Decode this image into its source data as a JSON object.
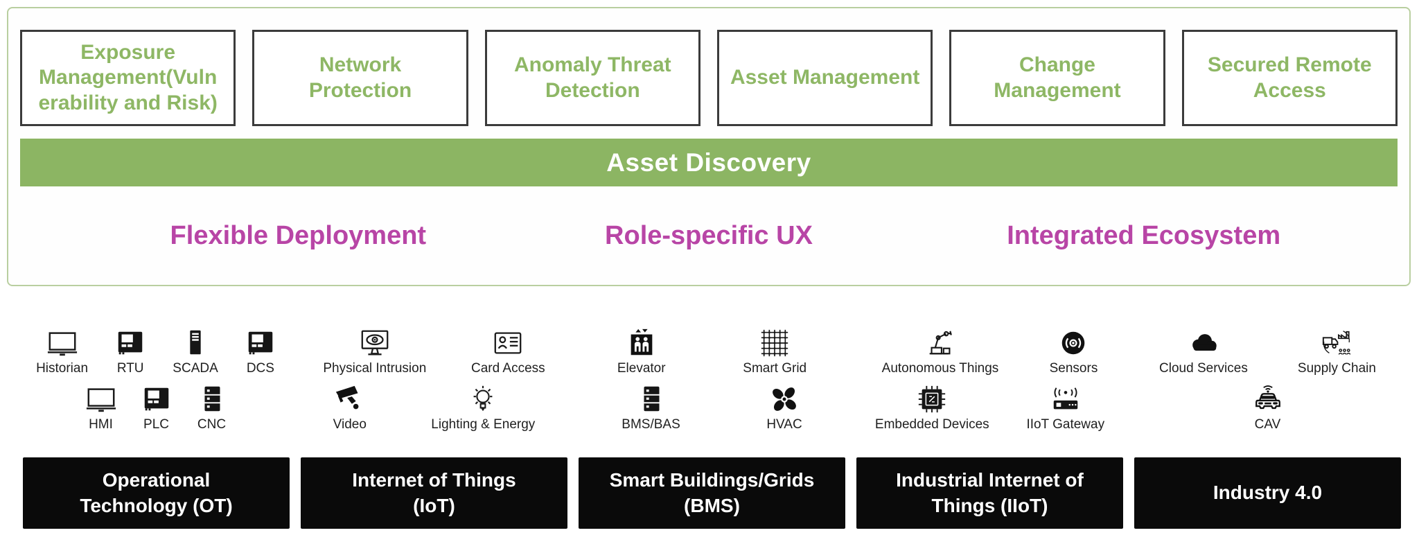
{
  "colors": {
    "green_text": "#8eb765",
    "green_bar": "#8cb563",
    "panel_border": "#b9cfa0",
    "magenta": "#b845a6",
    "box_border": "#3b3b3b",
    "sector_bar_bg": "#0a0a0a"
  },
  "capabilities": [
    {
      "label": "Exposure Management(Vuln\nerability and Risk)"
    },
    {
      "label": "Network\nProtection"
    },
    {
      "label": "Anomaly Threat\nDetection"
    },
    {
      "label": "Asset Management"
    },
    {
      "label": "Change\nManagement"
    },
    {
      "label": "Secured Remote\nAccess"
    }
  ],
  "asset_discovery": {
    "label": "Asset Discovery"
  },
  "pillars": [
    "Flexible Deployment",
    "Role-specific UX",
    "Integrated Ecosystem"
  ],
  "sectors": [
    {
      "bar_label": "Operational\nTechnology (OT)",
      "row1": [
        {
          "icon": "monitor-icon",
          "label": "Historian"
        },
        {
          "icon": "controller-icon",
          "label": "RTU"
        },
        {
          "icon": "server-tower-icon",
          "label": "SCADA"
        },
        {
          "icon": "controller-icon",
          "label": "DCS"
        }
      ],
      "row2": [
        {
          "icon": "monitor-icon",
          "label": "HMI"
        },
        {
          "icon": "controller-icon",
          "label": "PLC"
        },
        {
          "icon": "server-rack-icon",
          "label": "CNC"
        }
      ]
    },
    {
      "bar_label": "Internet of Things\n(IoT)",
      "row1": [
        {
          "icon": "surveillance-monitor-icon",
          "label": "Physical Intrusion"
        },
        {
          "icon": "id-card-icon",
          "label": "Card Access"
        }
      ],
      "row2": [
        {
          "icon": "cctv-camera-icon",
          "label": "Video"
        },
        {
          "icon": "light-bulb-icon",
          "label": "Lighting & Energy"
        }
      ]
    },
    {
      "bar_label": "Smart Buildings/Grids\n(BMS)",
      "row1": [
        {
          "icon": "elevator-icon",
          "label": "Elevator"
        },
        {
          "icon": "smart-grid-icon",
          "label": "Smart Grid"
        }
      ],
      "row2": [
        {
          "icon": "server-rack-icon",
          "label": "BMS/BAS"
        },
        {
          "icon": "fan-icon",
          "label": "HVAC"
        }
      ]
    },
    {
      "bar_label": "Industrial Internet of\nThings (IIoT)",
      "row1": [
        {
          "icon": "robot-arm-icon",
          "label": "Autonomous Things"
        },
        {
          "icon": "sensor-icon",
          "label": "Sensors"
        }
      ],
      "row2": [
        {
          "icon": "chip-icon",
          "label": "Embedded Devices"
        },
        {
          "icon": "gateway-icon",
          "label": "IIoT Gateway"
        }
      ]
    },
    {
      "bar_label": "Industry 4.0",
      "row1": [
        {
          "icon": "cloud-icon",
          "label": "Cloud Services"
        },
        {
          "icon": "supply-chain-icon",
          "label": "Supply Chain"
        }
      ],
      "row2": [
        {
          "icon": "connected-car-icon",
          "label": "CAV"
        }
      ]
    }
  ]
}
